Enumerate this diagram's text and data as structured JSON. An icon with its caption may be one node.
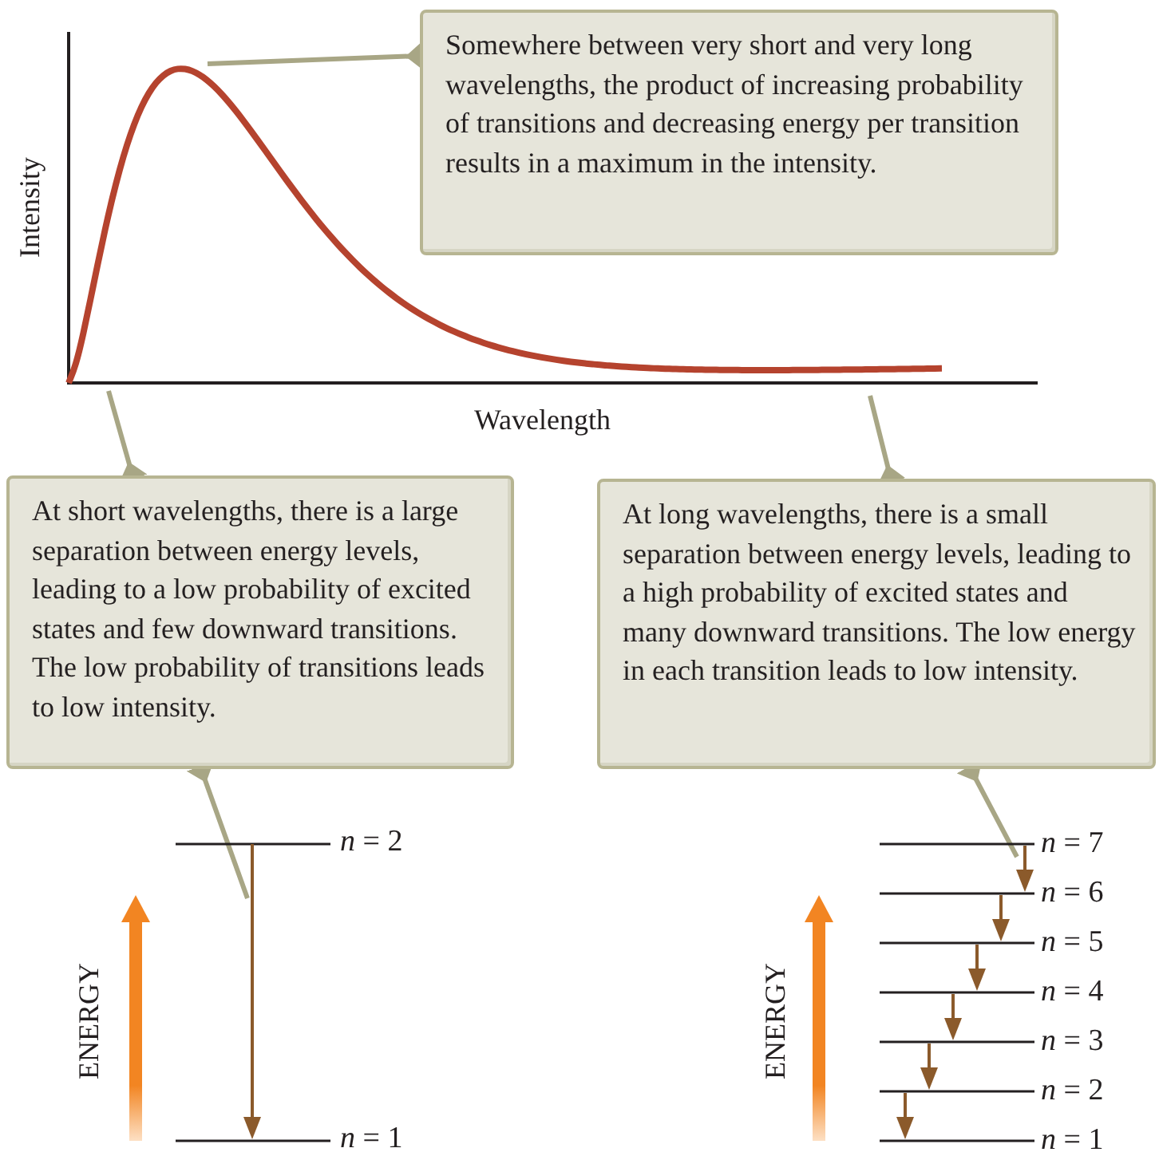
{
  "diagram": {
    "nodes": [
      {
        "text": [
          "Somewhere between very short and very long wavelengths, the product of increasing probability of transitions and decreasing energy per transition results in a maximum in the intensity."
        ]
      },
      {
        "text": [
          "At short wavelengths, there is a large separation between energy levels, leading to a low probability of excited states and few downward transitions.  The low probability of transitions leads to low intensity."
        ]
      },
      {
        "text": [
          "At long wavelengths, there is a small separation between energy levels, leading to a high probability of excited states and many downward transitions. The low energy in each transition leads to low intensity."
        ]
      }
    ],
    "edges": [
      {
        "from": 0,
        "to": null,
        "arrow": "other"
      },
      {
        "from": 1,
        "to": null,
        "arrow": "other"
      },
      {
        "from": 1,
        "to": null,
        "arrow": "other"
      },
      {
        "from": 2,
        "to": null,
        "arrow": "other"
      },
      {
        "from": 2,
        "to": null,
        "arrow": "other"
      }
    ],
    "labels": [
      "Intensity",
      "Wavelength",
      "ENERGY",
      "*n* = 2",
      "*n* = 1",
      "ENERGY",
      "*n* = 7",
      "*n* = 6",
      "*n* = 5",
      "*n* = 4",
      "*n* = 3",
      "*n* = 2",
      "*n* = 1"
    ]
  }
}
